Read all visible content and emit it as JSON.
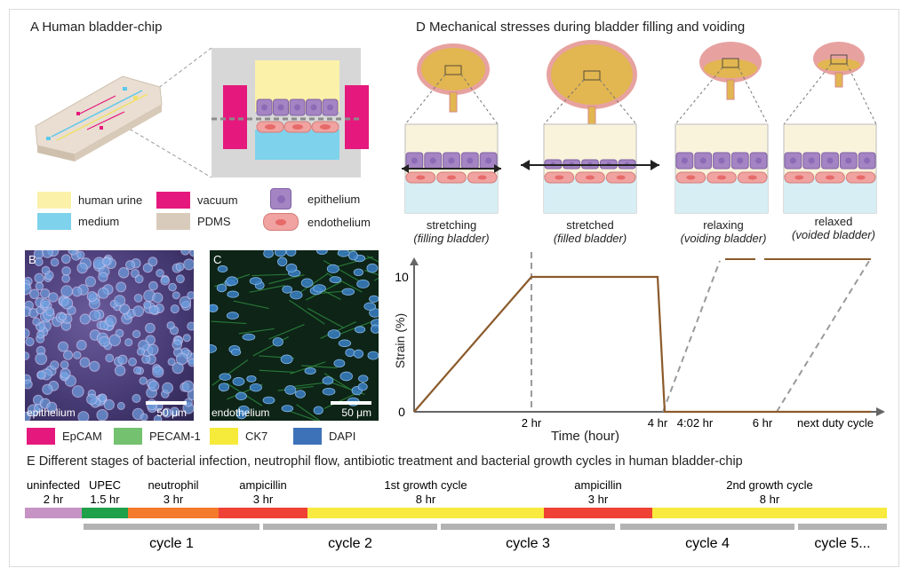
{
  "panel_a": {
    "title": "A  Human bladder-chip",
    "legend": [
      {
        "label": "human urine",
        "color": "#fbf1a8"
      },
      {
        "label": "vacuum",
        "color": "#e5197d"
      },
      {
        "label": "epithelium",
        "color": "#a584c4"
      },
      {
        "label": "medium",
        "color": "#7ed2ec"
      },
      {
        "label": "PDMS",
        "color": "#d9cbbb"
      },
      {
        "label": "endothelium",
        "color": "#f0a3a0"
      }
    ]
  },
  "panel_b": {
    "letter": "B",
    "label": "epithelium",
    "scale": "50 μm"
  },
  "panel_c": {
    "letter": "C",
    "label": "endothelium",
    "scale": "50 μm"
  },
  "stain_legend": [
    {
      "label": "EpCAM",
      "color": "#e5197d"
    },
    {
      "label": "PECAM-1",
      "color": "#74c16f"
    },
    {
      "label": "CK7",
      "color": "#f6ea3a"
    },
    {
      "label": "DAPI",
      "color": "#3d72b8"
    }
  ],
  "panel_d": {
    "title": "D  Mechanical stresses during bladder filling and voiding",
    "states": [
      {
        "name": "stretching",
        "sub": "(filling bladder)"
      },
      {
        "name": "stretched",
        "sub": "(filled bladder)"
      },
      {
        "name": "relaxing",
        "sub": "(voiding bladder)"
      },
      {
        "name": "relaxed",
        "sub": "(voided bladder)"
      }
    ]
  },
  "chart_data": {
    "type": "line",
    "ylabel": "Strain (%)",
    "xlabel": "Time (hour)",
    "x_tick_labels": [
      "2 hr",
      "4 hr",
      "4:02 hr",
      "6 hr",
      "next duty cycle"
    ],
    "y_tick_labels": [
      "0",
      "10"
    ],
    "series": [
      {
        "points": [
          {
            "x_hr": 0,
            "y": 0
          },
          {
            "x_hr": 2,
            "y": 10
          },
          {
            "x_hr": 4,
            "y": 10
          },
          {
            "x_hr": 4.033,
            "y": 0
          },
          {
            "x_hr": 6,
            "y": 0
          },
          {
            "x_hr": 8,
            "y": 0
          }
        ]
      }
    ]
  },
  "panel_e": {
    "title": "E   Different stages of bacterial infection, neutrophil flow, antibiotic treatment and bacterial growth cycles in human bladder-chip",
    "stages": [
      {
        "name": "uninfected",
        "duration": "2 hr",
        "color": "#c792c4"
      },
      {
        "name": "UPEC",
        "duration": "1.5 hr",
        "color": "#1fa14a"
      },
      {
        "name": "neutrophil",
        "duration": "3 hr",
        "color": "#f47a2c"
      },
      {
        "name": "ampicillin",
        "duration": "3 hr",
        "color": "#ef4136"
      },
      {
        "name": "1st growth cycle",
        "duration": "8 hr",
        "color": "#f8ea3f"
      },
      {
        "name": "ampicillin",
        "duration": "3 hr",
        "color": "#ef4136"
      },
      {
        "name": "2nd growth cycle",
        "duration": "8 hr",
        "color": "#f8ea3f"
      }
    ],
    "cycles": [
      "cycle 1",
      "cycle 2",
      "cycle 3",
      "cycle 4",
      "cycle 5..."
    ]
  }
}
